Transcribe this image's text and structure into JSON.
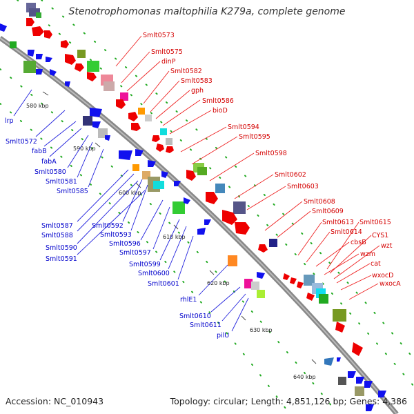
{
  "title": "Stenotrophomonas maltophilia K279a, complete genome",
  "footer": {
    "accession": "Accession: NC_010943",
    "topology": "Topology: circular; Length: 4,851,126 bp; Genes: 4,386"
  },
  "ticks": [
    "580 kbp",
    "590 kbp",
    "600 kbp",
    "610 kbp",
    "620 kbp",
    "630 kbp",
    "640 kbp"
  ],
  "forward_genes": [
    "Smlt0573",
    "Smlt0575",
    "dinP",
    "Smlt0582",
    "Smlt0583",
    "gph",
    "Smlt0586",
    "bioD",
    "Smlt0594",
    "Smlt0595",
    "Smlt0598",
    "Smlt0602",
    "Smlt0603",
    "Smlt0608",
    "Smlt0609",
    "Smlt0613",
    "Smlt0615",
    "Smlt0614",
    "CYS1",
    "cbsB",
    "wzt",
    "wzm",
    "cat",
    "wxocD",
    "wxocA"
  ],
  "reverse_genes": [
    "lrp",
    "Smlt0572",
    "fabB",
    "fabA",
    "Smlt0580",
    "Smlt0581",
    "Smlt0585",
    "Smlt0587",
    "Smlt0588",
    "Smlt0592",
    "Smlt0593",
    "Smlt0590",
    "Smlt0591",
    "Smlt0596",
    "Smlt0597",
    "Smlt0599",
    "Smlt0600",
    "Smlt0601",
    "rhlE1",
    "Smlt0610",
    "Smlt0611",
    "pilU"
  ],
  "colors": {
    "backbone": "#777777",
    "forward": "#ee1111",
    "reverse": "#1111ee",
    "rna": "#00aa00",
    "label_forward": "#d40000",
    "label_reverse": "#0000cc"
  }
}
